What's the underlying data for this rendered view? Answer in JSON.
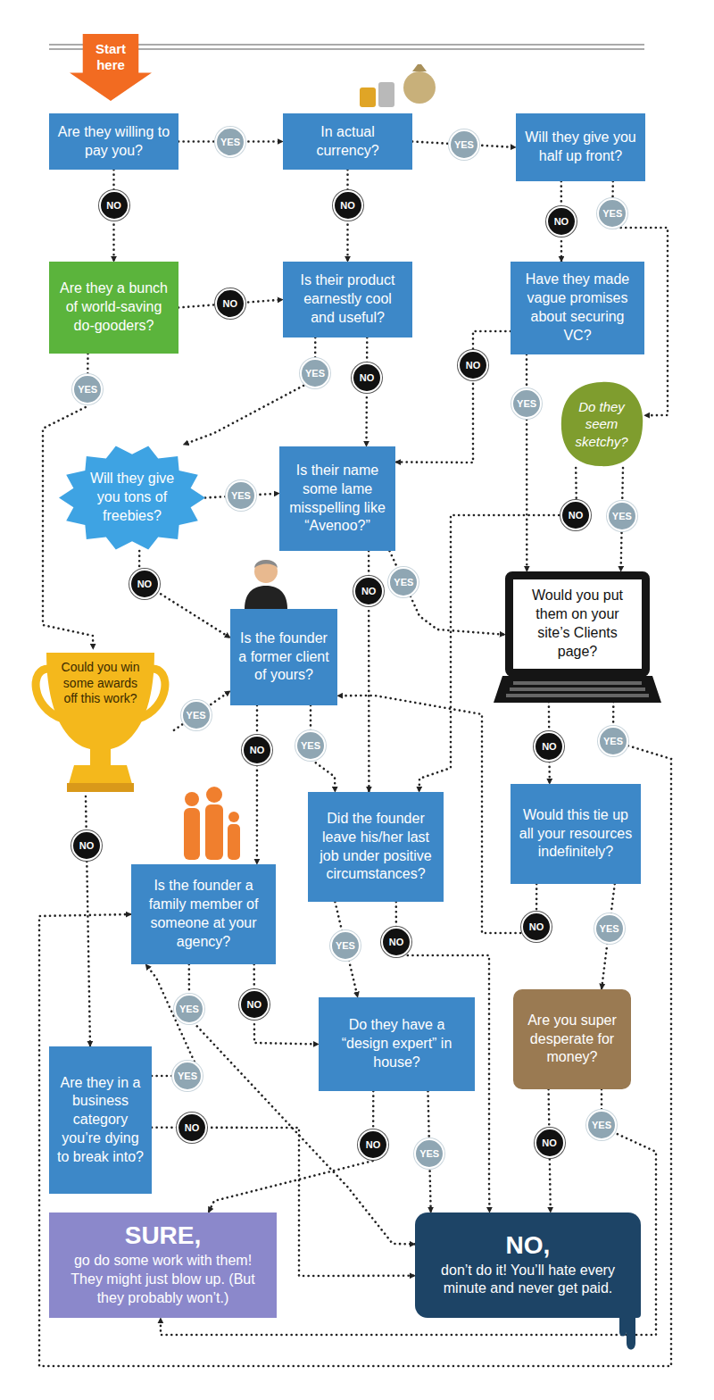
{
  "diagram": {
    "nodes": [
      {
        "text": [
          "Start here"
        ]
      },
      {
        "text": [
          "Are they willing to pay you?"
        ]
      },
      {
        "text": [
          "In actual currency?"
        ]
      },
      {
        "text": [
          "Will they give you half up front?"
        ]
      },
      {
        "text": [
          "Are they a bunch of world-saving do-gooders?"
        ]
      },
      {
        "text": [
          "Is their product earnestly cool and useful?"
        ]
      },
      {
        "text": [
          "Have they made vague promises about securing VC?"
        ]
      },
      {
        "text": [
          "Will they give you tons of freebies?"
        ]
      },
      {
        "text": [
          "Is their name some lame misspelling like “Avenoo?”"
        ]
      },
      {
        "text": [
          "Do they seem sketchy?"
        ]
      },
      {
        "text": [
          "Would you put them on your site’s Clients page?"
        ]
      },
      {
        "text": [
          "Is the founder a former client of yours?"
        ]
      },
      {
        "text": [
          "Could you win some awards off this work?"
        ]
      },
      {
        "text": [
          "Did the founder leave his/her last job under positive circumstances?"
        ]
      },
      {
        "text": [
          "Is the founder a family member of someone at your agency?"
        ]
      },
      {
        "text": [
          "Would this tie up all your resources indefinitely?"
        ]
      },
      {
        "text": [
          "Are you super desperate for money?"
        ]
      },
      {
        "text": [
          "Do they have a “design expert” in house?"
        ]
      },
      {
        "text": [
          "Are they in a business category you’re dying to break into?"
        ]
      },
      {
        "text": [
          "SURE,",
          "go do some work with them! They might just blow up. (But they probably won’t.)"
        ]
      },
      {
        "text": [
          "NO,",
          "don’t do it! You’ll hate every minute and never get paid."
        ]
      }
    ],
    "edges": [
      {
        "from": 1,
        "to": 2,
        "arrow": "to",
        "label": "YES"
      },
      {
        "from": 1,
        "to": 4,
        "arrow": "to",
        "label": "NO"
      },
      {
        "from": 2,
        "to": 3,
        "arrow": "to",
        "label": "YES"
      },
      {
        "from": 2,
        "to": 5,
        "arrow": "to",
        "label": "NO"
      },
      {
        "from": 3,
        "to": 6,
        "arrow": "to",
        "label": "NO"
      },
      {
        "from": 3,
        "to": 9,
        "arrow": "to",
        "label": "YES"
      },
      {
        "from": 4,
        "to": 5,
        "arrow": "to",
        "label": "NO"
      },
      {
        "from": 4,
        "to": 12,
        "arrow": "to",
        "label": "YES"
      },
      {
        "from": 5,
        "to": 7,
        "arrow": "to",
        "label": "YES"
      },
      {
        "from": 5,
        "to": 8,
        "arrow": "to",
        "label": "NO"
      },
      {
        "from": 6,
        "to": 8,
        "arrow": "to",
        "label": "NO"
      },
      {
        "from": 6,
        "to": 10,
        "arrow": "to",
        "label": "YES"
      },
      {
        "from": 7,
        "to": 8,
        "arrow": "to",
        "label": "YES"
      },
      {
        "from": 7,
        "to": 11,
        "arrow": "to",
        "label": "NO"
      },
      {
        "from": 9,
        "to": 13,
        "arrow": "to",
        "label": "NO"
      },
      {
        "from": 9,
        "to": 10,
        "arrow": "to",
        "label": "YES"
      },
      {
        "from": 8,
        "to": 13,
        "arrow": "to",
        "label": "NO"
      },
      {
        "from": 8,
        "to": 10,
        "arrow": "to",
        "label": "YES"
      },
      {
        "from": 10,
        "to": 15,
        "arrow": "to",
        "label": "NO"
      },
      {
        "from": 10,
        "to": 14,
        "arrow": "to",
        "label": "YES"
      },
      {
        "from": 11,
        "to": 14,
        "arrow": "to",
        "label": "NO"
      },
      {
        "from": 11,
        "to": 13,
        "arrow": "to",
        "label": "YES"
      },
      {
        "from": 12,
        "to": 11,
        "arrow": "to",
        "label": "YES"
      },
      {
        "from": 12,
        "to": 18,
        "arrow": "to",
        "label": "NO"
      },
      {
        "from": 13,
        "to": 17,
        "arrow": "to",
        "label": "YES"
      },
      {
        "from": 13,
        "to": 20,
        "arrow": "to",
        "label": "NO"
      },
      {
        "from": 14,
        "to": 20,
        "arrow": "to",
        "label": "YES"
      },
      {
        "from": 14,
        "to": 17,
        "arrow": "to",
        "label": "NO"
      },
      {
        "from": 15,
        "to": 11,
        "arrow": "to",
        "label": "NO"
      },
      {
        "from": 15,
        "to": 16,
        "arrow": "to",
        "label": "YES"
      },
      {
        "from": 16,
        "to": 20,
        "arrow": "to",
        "label": "NO"
      },
      {
        "from": 16,
        "to": 19,
        "arrow": "to",
        "label": "YES"
      },
      {
        "from": 17,
        "to": 20,
        "arrow": "to",
        "label": "YES"
      },
      {
        "from": 17,
        "to": 19,
        "arrow": "to",
        "label": "NO"
      },
      {
        "from": 18,
        "to": 14,
        "arrow": "to",
        "label": "YES"
      },
      {
        "from": 18,
        "to": 20,
        "arrow": "to",
        "label": "NO"
      }
    ]
  }
}
